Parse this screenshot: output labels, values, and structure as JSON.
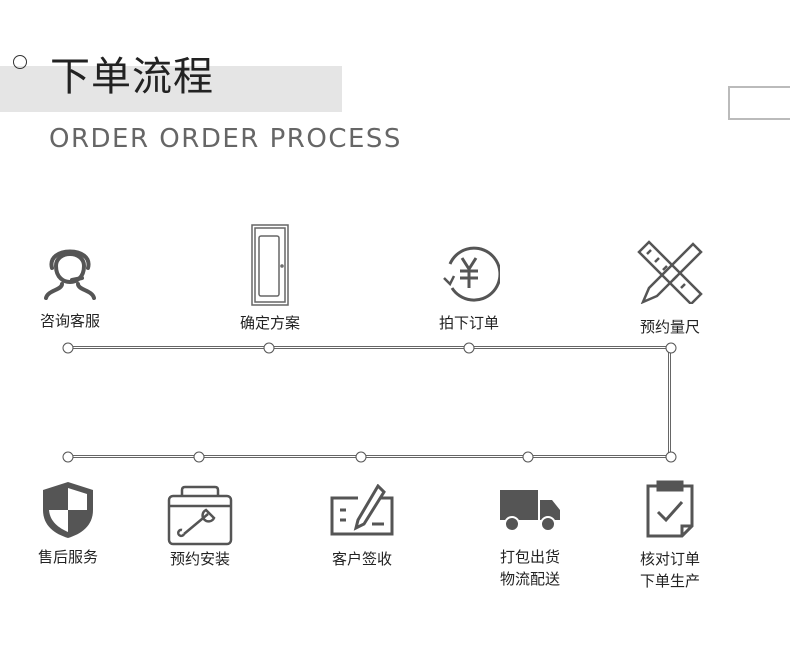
{
  "header": {
    "title": "下单流程",
    "subtitle": "ORDER ORDER PROCESS"
  },
  "steps_top": [
    {
      "label": "咨询客服",
      "icon": "headset-user-icon"
    },
    {
      "label": "确定方案",
      "icon": "door-icon"
    },
    {
      "label": "拍下订单",
      "icon": "yuan-refresh-icon"
    },
    {
      "label": "预约量尺",
      "icon": "ruler-pencil-icon"
    }
  ],
  "steps_bottom": [
    {
      "label": "售后服务",
      "icon": "shield-icon"
    },
    {
      "label": "预约安装",
      "icon": "toolbox-wrench-icon"
    },
    {
      "label": "客户签收",
      "icon": "sign-icon"
    },
    {
      "label": "打包出货",
      "label2": "物流配送",
      "icon": "truck-icon"
    },
    {
      "label": "核对订单",
      "label2": "下单生产",
      "icon": "clipboard-check-icon"
    }
  ]
}
